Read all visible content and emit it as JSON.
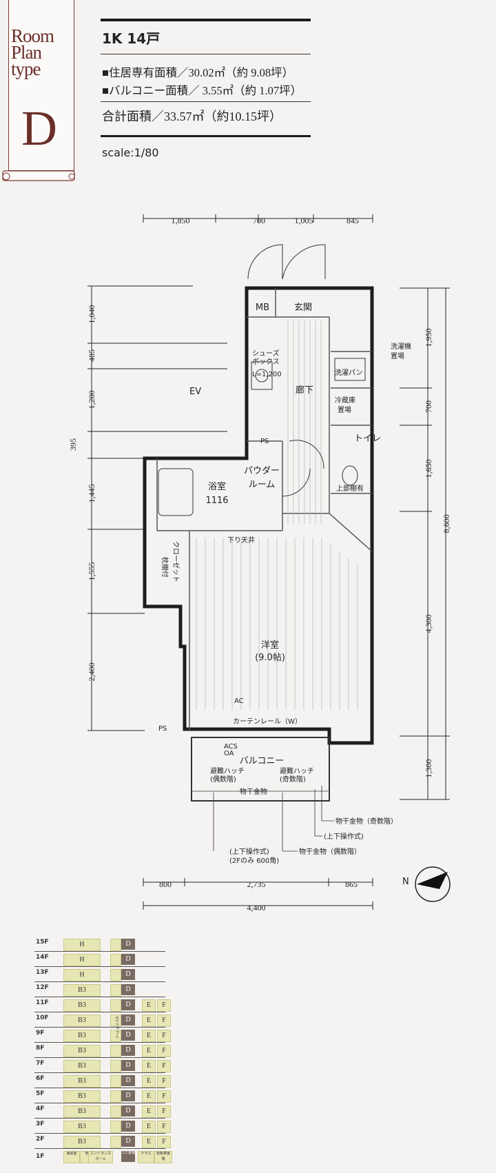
{
  "label": {
    "line1": "Room",
    "line2": "Plan",
    "line3": "type",
    "type_letter": "D"
  },
  "title": "1K  14戸",
  "specs": [
    "■住居専有面積／30.02㎡（約 9.08坪）",
    "■バルコニー面積／  3.55㎡（約 1.07坪）"
  ],
  "total": "合計面積／33.57㎡（約10.15坪）",
  "scale": "scale:1/80",
  "plan": {
    "top_dims": [
      "1,850",
      "700",
      "1,005",
      "845"
    ],
    "left_dims": [
      "1,040",
      "485",
      "1,280",
      "395",
      "1,445",
      "1,555",
      "2,400"
    ],
    "right_dims": [
      "1,950",
      "700",
      "1,650",
      "8,600",
      "4,300",
      "1,300"
    ],
    "bottom_dims": [
      "800",
      "2,735",
      "865"
    ],
    "total_width": "4,400",
    "rooms": {
      "mb": "MB",
      "entrance": "玄関",
      "ev": "EV",
      "shoes1": "シューズ",
      "shoes2": "ボックス",
      "l_note": "L=1,200",
      "hall": "廊下",
      "laundry1": "洗濯機",
      "laundry2": "置場",
      "pan": "洗濯パン",
      "fridge1": "冷蔵庫",
      "fridge2": "置場",
      "toilet": "トイレ",
      "ps": "PS",
      "bath": "浴室",
      "bath_size": "1116",
      "powder1": "パウダー",
      "powder2": "ルーム",
      "closet": "クローゼット",
      "pillow": "枕棚付",
      "lowered": "下り天井",
      "western": "洋室",
      "western_size": "(9.0帖)",
      "ac": "AC",
      "curtain": "カーテンレール（W）",
      "ps2": "PS",
      "acs": "ACS",
      "oa": "OA",
      "balcony": "バルコニー",
      "hatch_l1": "避難ハッチ",
      "hatch_l2": "(偶数階)",
      "hatch_r1": "避難ハッチ",
      "hatch_r2": "(奇数階)",
      "dry": "物干金物",
      "upper_shelf": "上部棚有",
      "note1": "物干金物（奇数階）",
      "note2": "(上下操作式)",
      "note3": "物干金物（偶数階）",
      "note4": "(上下操作式)",
      "note5": "(2Fのみ 600角)",
      "north": "N"
    }
  },
  "floors": [
    {
      "f": "15F",
      "a": "H",
      "b": "D",
      "e": "",
      "fcol": ""
    },
    {
      "f": "14F",
      "a": "H",
      "b": "D",
      "e": "",
      "fcol": ""
    },
    {
      "f": "13F",
      "a": "H",
      "b": "D",
      "e": "",
      "fcol": ""
    },
    {
      "f": "12F",
      "a": "B3",
      "b": "D",
      "e": "",
      "fcol": ""
    },
    {
      "f": "11F",
      "a": "B3",
      "b": "D",
      "e": "E",
      "fcol": "F"
    },
    {
      "f": "10F",
      "a": "B3",
      "b": "D",
      "e": "E",
      "fcol": "F"
    },
    {
      "f": "9F",
      "a": "B3",
      "b": "D",
      "e": "E",
      "fcol": "F"
    },
    {
      "f": "8F",
      "a": "B3",
      "b": "D",
      "e": "E",
      "fcol": "F"
    },
    {
      "f": "7F",
      "a": "B3",
      "b": "D",
      "e": "E",
      "fcol": "F"
    },
    {
      "f": "6F",
      "a": "B3",
      "b": "D",
      "e": "E",
      "fcol": "F"
    },
    {
      "f": "5F",
      "a": "B3",
      "b": "D",
      "e": "E",
      "fcol": "F"
    },
    {
      "f": "4F",
      "a": "B3",
      "b": "D",
      "e": "E",
      "fcol": "F"
    },
    {
      "f": "3F",
      "a": "B3",
      "b": "D",
      "e": "E",
      "fcol": "F"
    },
    {
      "f": "2F",
      "a": "B3",
      "b": "D",
      "e": "E",
      "fcol": "F"
    }
  ],
  "ground": {
    "floor": "1F",
    "c1": "風除室",
    "c2": "管理室",
    "c3": "エントランスホール",
    "c4": "ゴミ置場",
    "c5": "テラス",
    "c6": "自転車置場",
    "ev_label": "EVシャフト"
  }
}
